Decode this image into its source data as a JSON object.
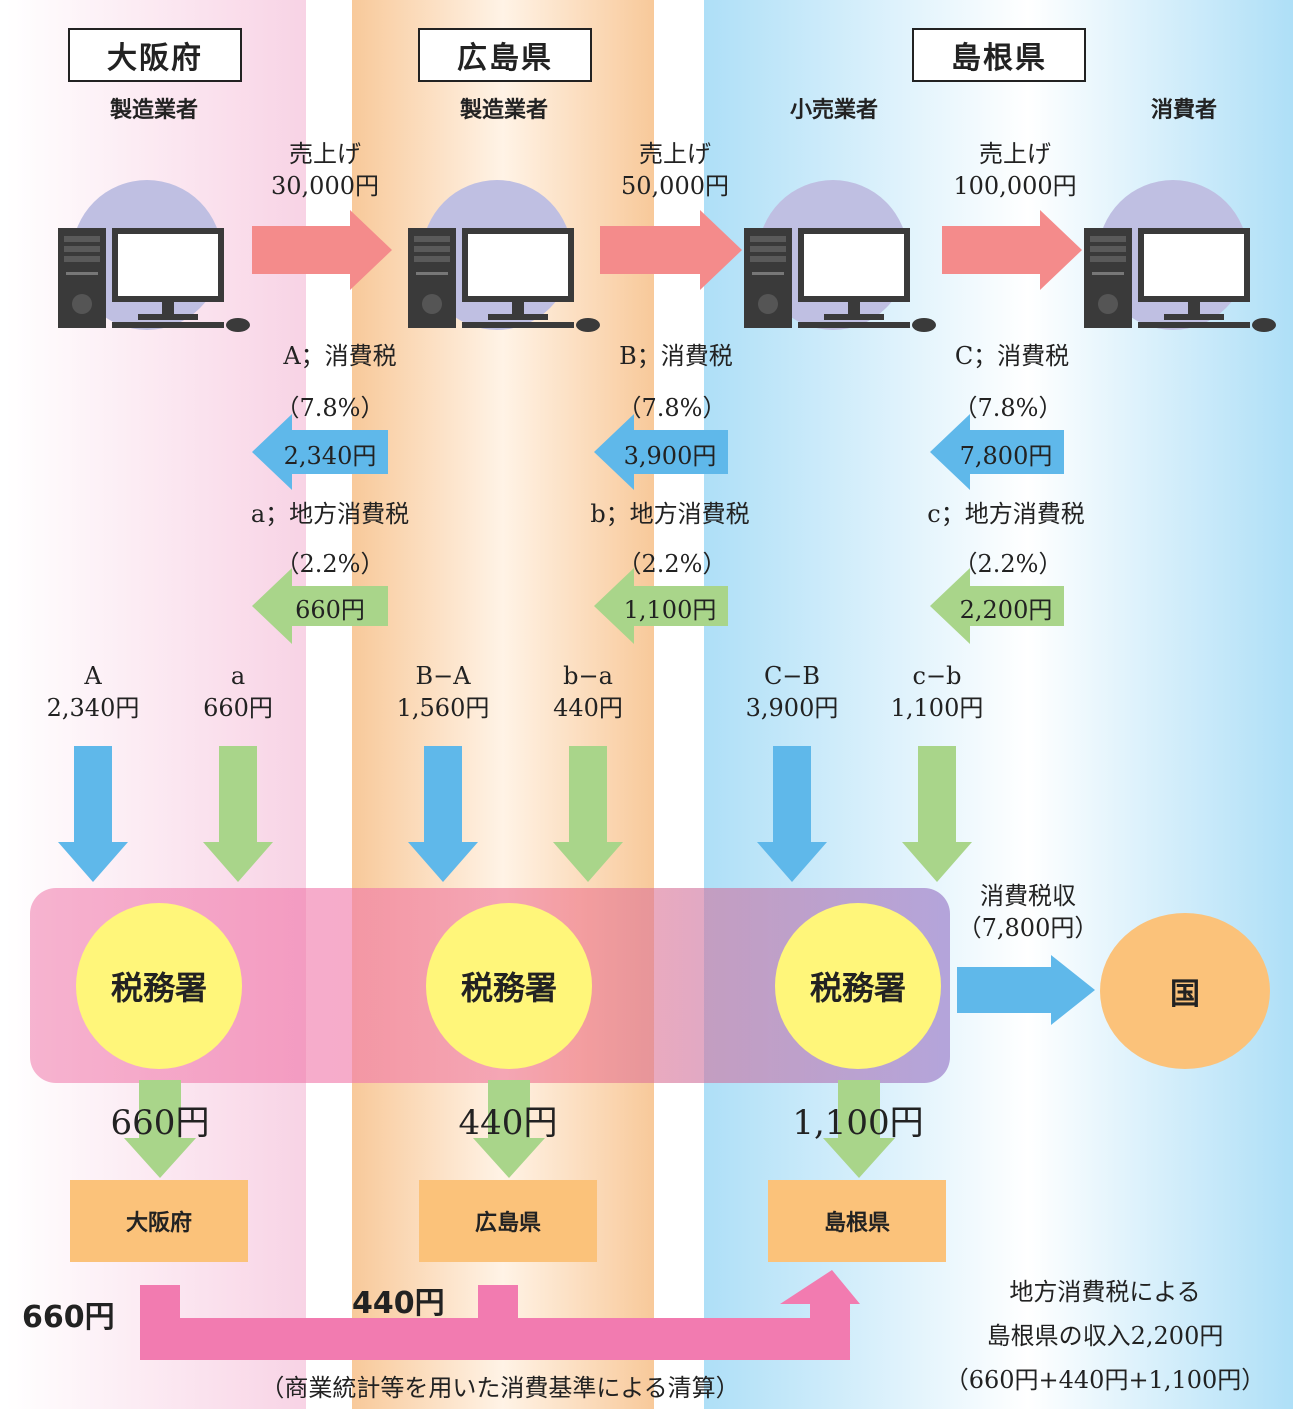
{
  "prefectures": {
    "osaka": "大阪府",
    "hiroshima": "広島県",
    "shimane": "島根県"
  },
  "roles": {
    "osaka": "製造業者",
    "hiroshima": "製造業者",
    "shimane_retail": "小売業者",
    "consumer": "消費者"
  },
  "sales": [
    {
      "label": "売上げ",
      "amount": "30,000円"
    },
    {
      "label": "売上げ",
      "amount": "50,000円"
    },
    {
      "label": "売上げ",
      "amount": "100,000円"
    }
  ],
  "consumption_tax": [
    {
      "label": "A；消費税",
      "rate": "（7.8%）",
      "amount": "2,340円"
    },
    {
      "label": "B；消費税",
      "rate": "（7.8%）",
      "amount": "3,900円"
    },
    {
      "label": "C；消費税",
      "rate": "（7.8%）",
      "amount": "7,800円"
    }
  ],
  "local_tax": [
    {
      "label": "a；地方消費税",
      "rate": "（2.2%）",
      "amount": "660円"
    },
    {
      "label": "b；地方消費税",
      "rate": "（2.2%）",
      "amount": "1,100円"
    },
    {
      "label": "c；地方消費税",
      "rate": "（2.2%）",
      "amount": "2,200円"
    }
  ],
  "payments": [
    {
      "label": "A",
      "amount": "2,340円"
    },
    {
      "label": "a",
      "amount": "660円"
    },
    {
      "label": "B−A",
      "amount": "1,560円"
    },
    {
      "label": "b−a",
      "amount": "440円"
    },
    {
      "label": "C−B",
      "amount": "3,900円"
    },
    {
      "label": "c−b",
      "amount": "1,100円"
    }
  ],
  "tax_office": "税務署",
  "national": {
    "label": "国",
    "revenue_label": "消費税収",
    "revenue_amount": "（7,800円）"
  },
  "local_amounts": [
    "660円",
    "440円",
    "1,100円"
  ],
  "settlement": {
    "from_osaka": "660円",
    "from_hiroshima": "440円",
    "note": "（商業統計等を用いた消費基準による清算）"
  },
  "summary": {
    "line1": "地方消費税による",
    "line2": "島根県の収入2,200円",
    "line3": "（660円+440円+1,100円）"
  },
  "colors": {
    "sale_arrow": "#f48b8b",
    "tax_arrow": "#5fb8ea",
    "local_arrow": "#a9d58a",
    "settlement_arrow": "#f27bb0"
  }
}
